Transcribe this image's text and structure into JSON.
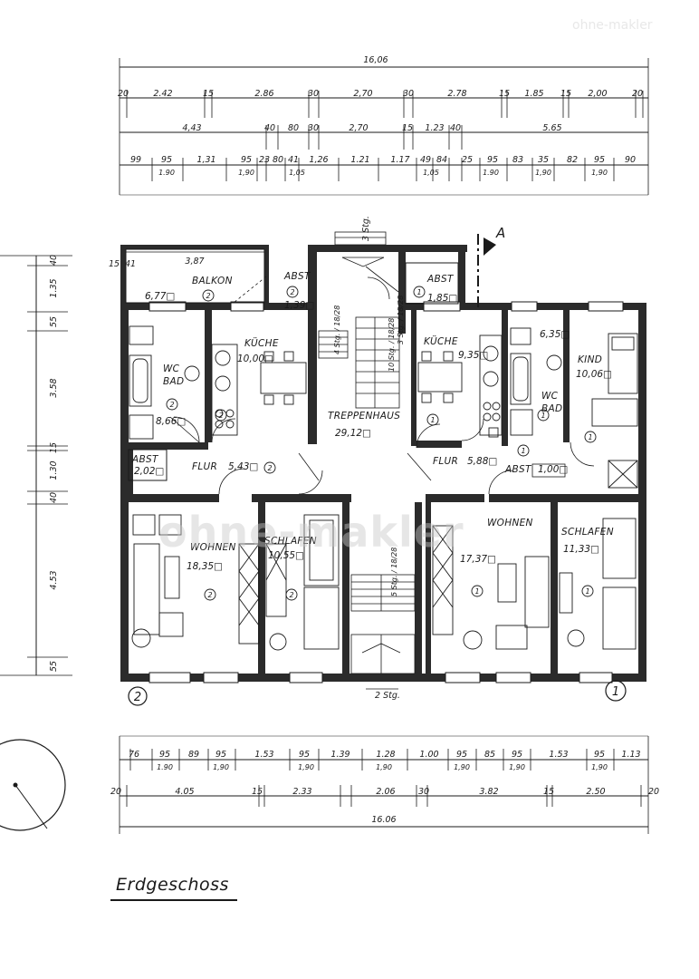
{
  "title": "Erdgeschoss",
  "watermark": "ohne-makler",
  "corner_mark": "ohne-makler",
  "top_dims": {
    "total": "16,06",
    "row1": [
      "20",
      "2.42",
      "15",
      "2.86",
      "30",
      "2,70",
      "30",
      "2.78",
      "15",
      "1.85",
      "15",
      "2,00",
      "20"
    ],
    "row2": [
      "4,43",
      "40",
      "80",
      "30",
      "2,70",
      "15",
      "1.23",
      "40",
      "5.65"
    ],
    "row3": [
      "99",
      "95",
      "1,31",
      "95",
      "23",
      "80",
      "41",
      "1,26",
      "1.21",
      "1.17",
      "49",
      "84",
      "25",
      "95",
      "83",
      "35",
      "82",
      "95",
      "90"
    ],
    "row3_sub": [
      "1.90",
      "1,90",
      "1,05",
      "1,05",
      "1.90",
      "1,90",
      "1,90"
    ]
  },
  "bottom_dims": {
    "row1": [
      "76",
      "95",
      "89",
      "95",
      "1.53",
      "95",
      "1.39",
      "1.28",
      "1.00",
      "95",
      "85",
      "95",
      "1.53",
      "95",
      "1.13"
    ],
    "row1_sub": [
      "1.90",
      "1,90",
      "1,90",
      "1,90",
      "1,90",
      "1,90",
      "1,90"
    ],
    "row2": [
      "20",
      "4.05",
      "15",
      "2.33",
      "2.06",
      "30",
      "3.82",
      "15",
      "2.50",
      "20"
    ],
    "total": "16.06"
  },
  "left_dims": [
    "40",
    "1.35",
    "55",
    "3.58",
    "15",
    "1.30",
    "40",
    "4.53",
    "55"
  ],
  "left_top_marks": [
    "15",
    "41"
  ],
  "rooms": [
    {
      "name": "BALKON",
      "area": "6,77",
      "sup": "□",
      "unit": "2"
    },
    {
      "name": "ABST",
      "area": "1,39",
      "sup": "□",
      "unit": "2"
    },
    {
      "name": "ABST",
      "area": "1,85",
      "sup": "□",
      "unit": "1"
    },
    {
      "name": "WC\nBAD",
      "area": "8,66",
      "sup": "□",
      "unit": "2"
    },
    {
      "name": "KÜCHE",
      "area": "10,00",
      "sup": "□",
      "unit": "2"
    },
    {
      "name": "TREPPENHAUS",
      "area": "29,12",
      "sup": "□",
      "unit": ""
    },
    {
      "name": "KÜCHE",
      "area": "9,35",
      "sup": "□",
      "unit": "1"
    },
    {
      "name": "WC\nBAD",
      "area": "6,35",
      "sup": "□",
      "unit": "1"
    },
    {
      "name": "KIND",
      "area": "10,06",
      "sup": "□",
      "unit": "1"
    },
    {
      "name": "ABST",
      "area": "2,02",
      "sup": "□",
      "unit": ""
    },
    {
      "name": "FLUR",
      "area": "5,43",
      "sup": "□",
      "unit": "2"
    },
    {
      "name": "FLUR",
      "area": "5,88",
      "sup": "□",
      "unit": "1"
    },
    {
      "name": "ABST",
      "area": "1,00",
      "sup": "□",
      "unit": ""
    },
    {
      "name": "WOHNEN",
      "area": "18,35",
      "sup": "□",
      "unit": "2"
    },
    {
      "name": "SCHLAFEN",
      "area": "10,55",
      "sup": "□",
      "unit": "2"
    },
    {
      "name": "WOHNEN",
      "area": "17,37",
      "sup": "□",
      "unit": "1"
    },
    {
      "name": "SCHLAFEN",
      "area": "11,33",
      "sup": "□",
      "unit": "1"
    }
  ],
  "balkon_width": "3,87",
  "stairs": {
    "top": "3 Stg.",
    "a": "4 Stg. / 18/28",
    "b": "10 Stg. / 18/28",
    "c": "3 Stg. / 18/28",
    "d": "5 Stg. / 18/28",
    "bottom": "2 Stg."
  },
  "section_mark": "A",
  "unit_left": "2",
  "unit_right": "1"
}
